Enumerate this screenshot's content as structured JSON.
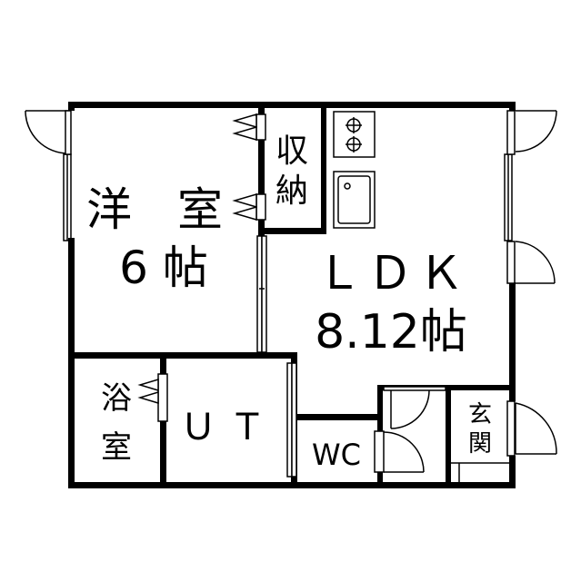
{
  "rooms": {
    "western_room": {
      "line1": "洋　室",
      "line2": "6 帖"
    },
    "storage": {
      "line1": "収",
      "line2": "納"
    },
    "ldk": {
      "line1": "ＬＤＫ",
      "line2": "8.12帖"
    },
    "bath": {
      "line1": "浴",
      "line2": "室"
    },
    "utility": {
      "label": "ＵＴ"
    },
    "toilet": {
      "label": "WC"
    },
    "entrance": {
      "line1": "玄",
      "line2": "関"
    }
  },
  "colors": {
    "wall": "#000000",
    "background": "#ffffff"
  }
}
